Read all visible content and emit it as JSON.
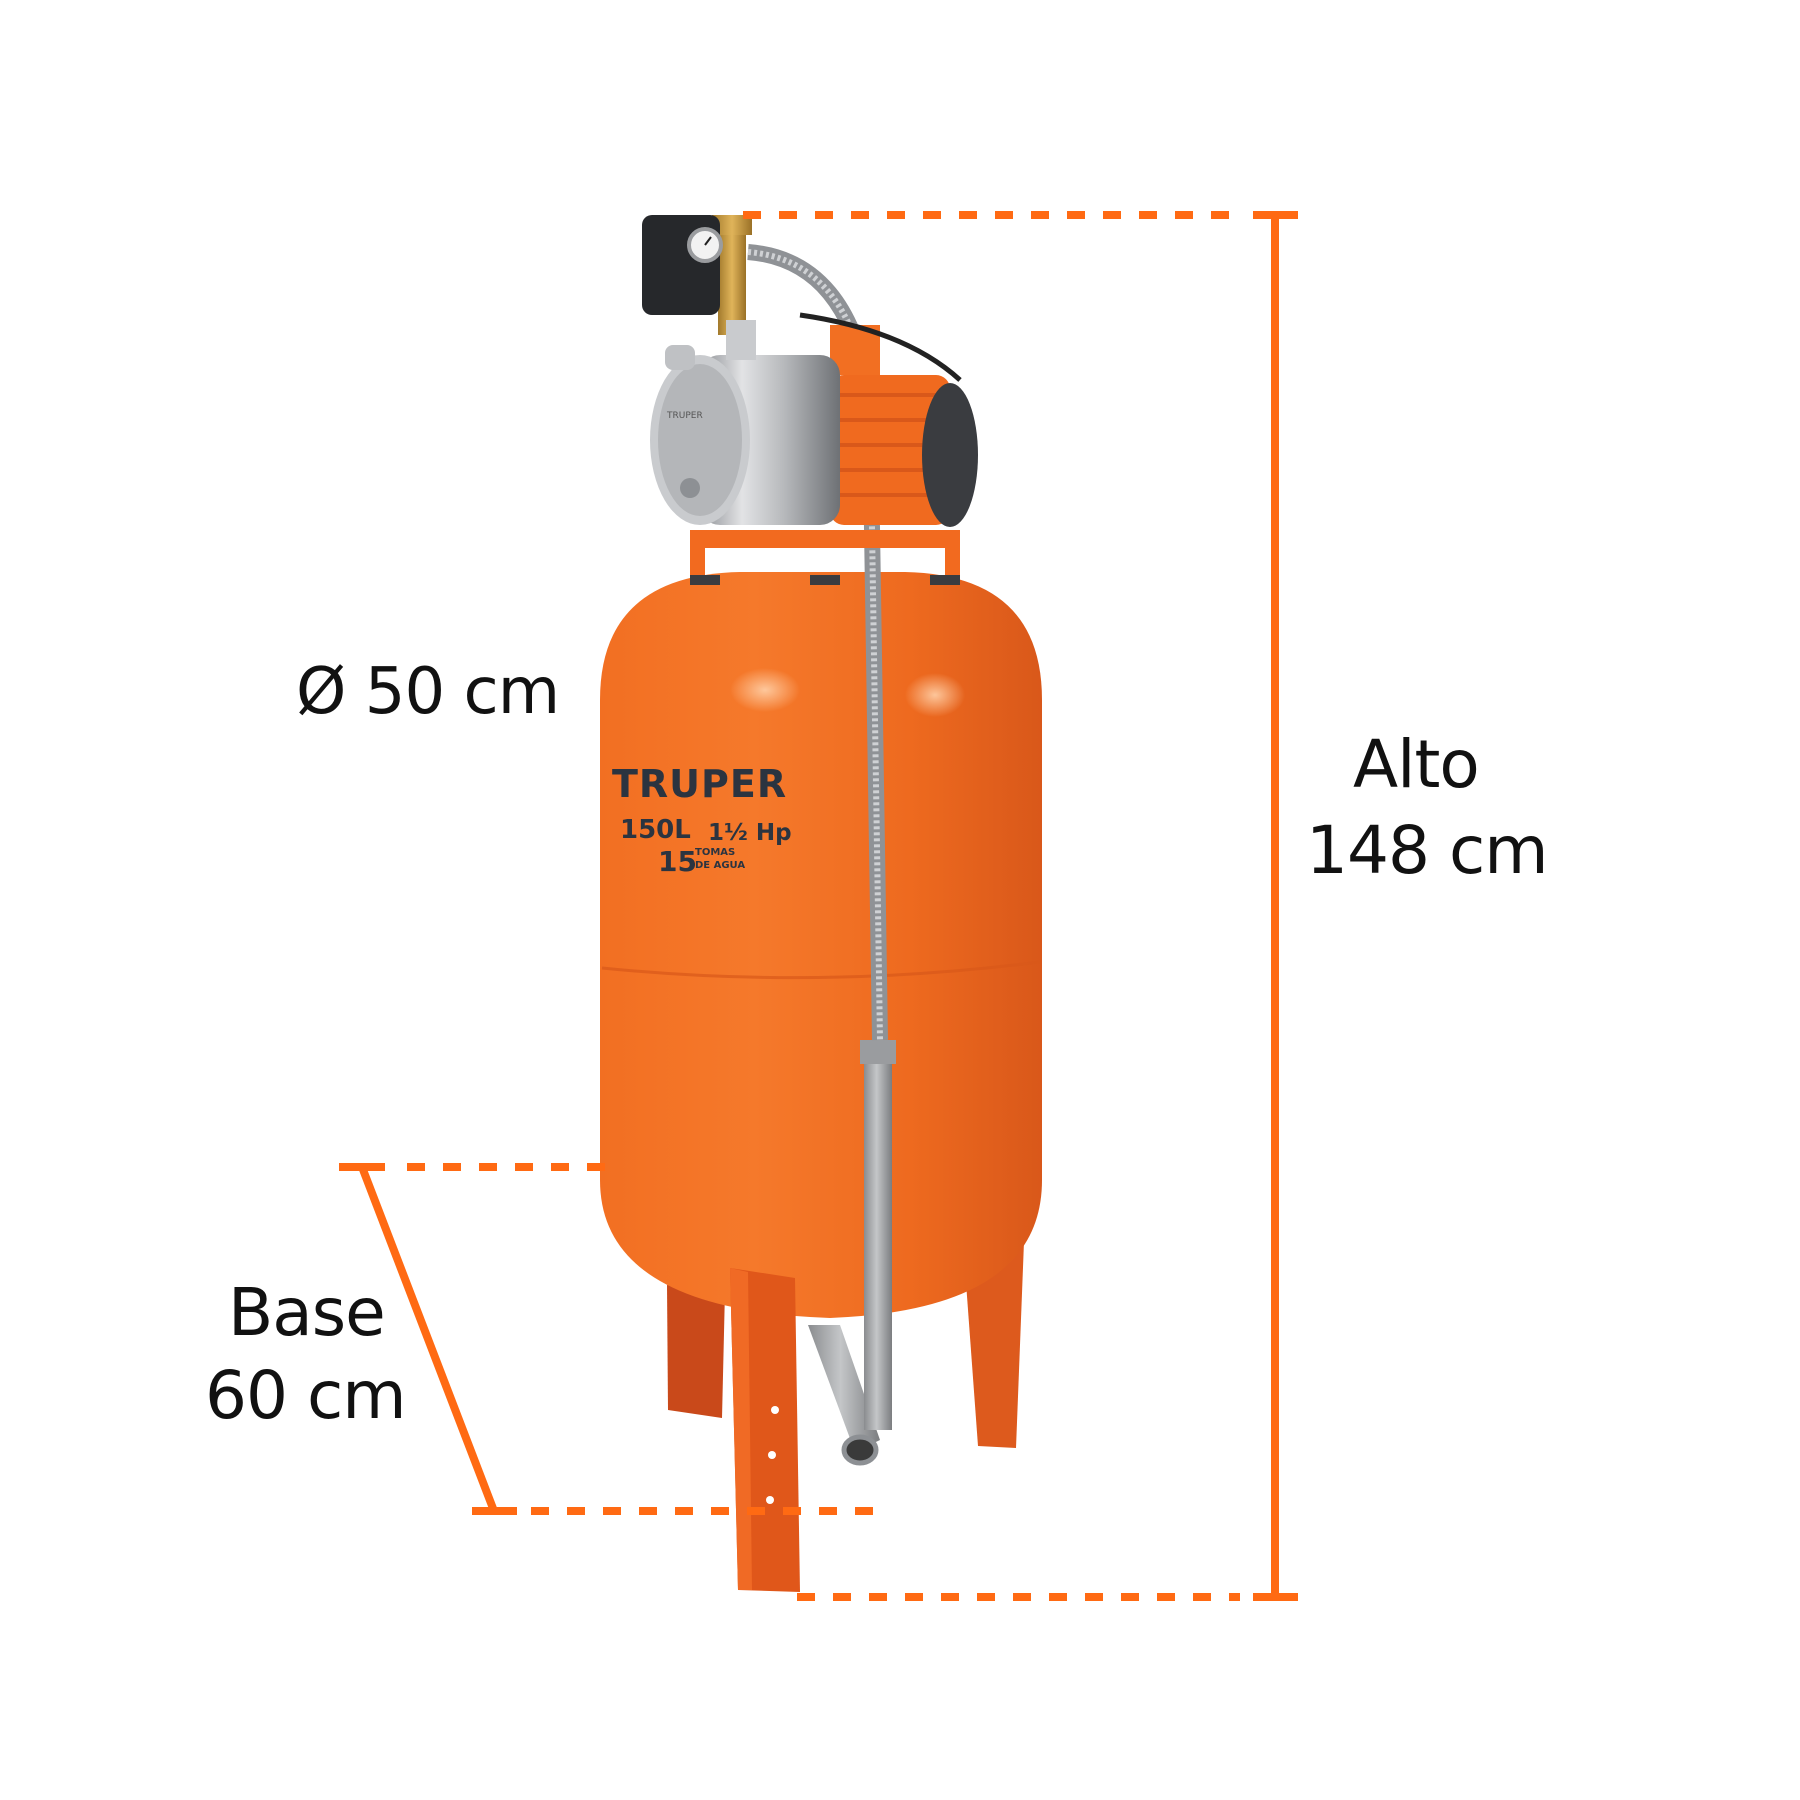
{
  "product": {
    "brand": "TRUPER",
    "capacity": "150L",
    "power": "1½ Hp",
    "outlets_count": "15",
    "outlets_label_line1": "TOMAS",
    "outlets_label_line2": "DE AGUA",
    "pump_brand_mark": "TRUPER"
  },
  "dimensions": {
    "diameter": {
      "symbol": "Ø",
      "value": "50 cm"
    },
    "height": {
      "label": "Alto",
      "value": "148 cm"
    },
    "base": {
      "label": "Base",
      "value": "60 cm"
    }
  },
  "colors": {
    "accent_orange": "#ff6a13",
    "tank_orange": "#f06a1f",
    "tank_shadow": "#d4541a",
    "text_dark": "#111111",
    "logo_text": "#2b3440",
    "steel": "#a8aaad",
    "motor_dark": "#3a3c40"
  }
}
